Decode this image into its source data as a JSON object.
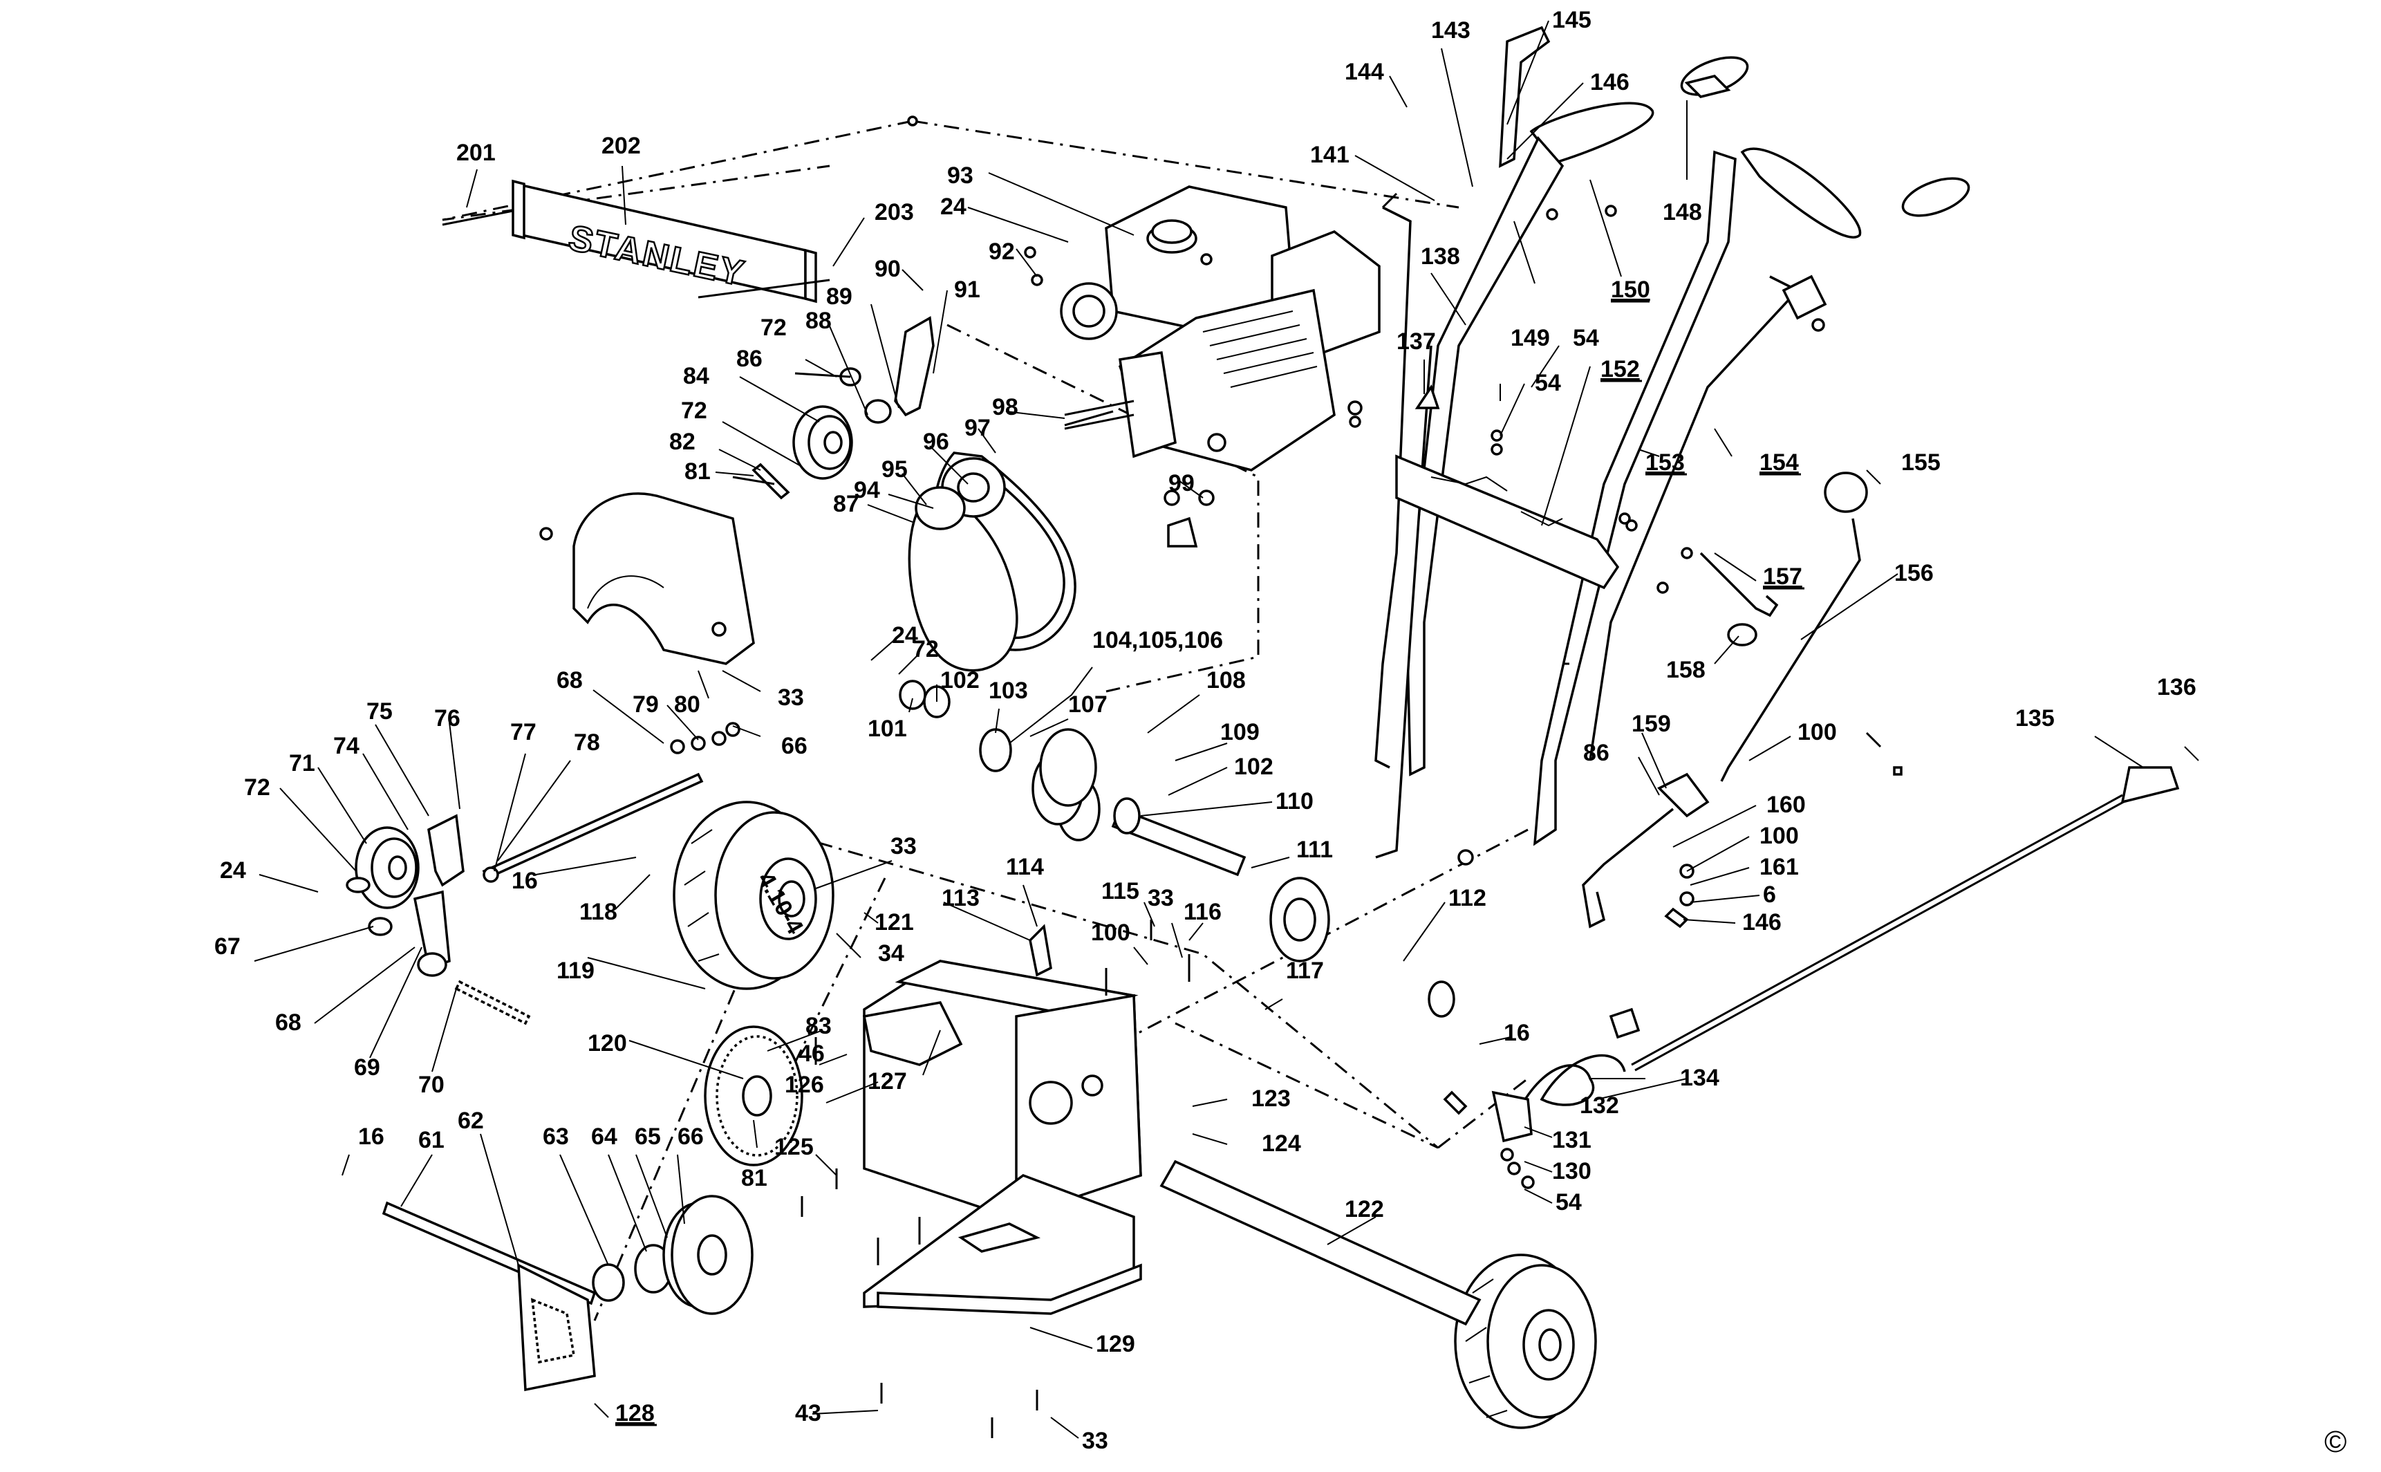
{
  "brand_label": "STANLEY",
  "copyright_mark": "©",
  "wheel_marking": "4.10-4",
  "callouts": [
    {
      "id": "c201",
      "text": "201"
    },
    {
      "id": "c202",
      "text": "202"
    },
    {
      "id": "c203",
      "text": "203"
    },
    {
      "id": "c93",
      "text": "93"
    },
    {
      "id": "c24a",
      "text": "24"
    },
    {
      "id": "c92",
      "text": "92"
    },
    {
      "id": "c90",
      "text": "90"
    },
    {
      "id": "c91",
      "text": "91"
    },
    {
      "id": "c89",
      "text": "89"
    },
    {
      "id": "c72a",
      "text": "72"
    },
    {
      "id": "c88",
      "text": "88"
    },
    {
      "id": "c86a",
      "text": "86"
    },
    {
      "id": "c84",
      "text": "84"
    },
    {
      "id": "c72b",
      "text": "72"
    },
    {
      "id": "c82",
      "text": "82"
    },
    {
      "id": "c81a",
      "text": "81"
    },
    {
      "id": "c98",
      "text": "98"
    },
    {
      "id": "c97",
      "text": "97"
    },
    {
      "id": "c96",
      "text": "96"
    },
    {
      "id": "c95",
      "text": "95"
    },
    {
      "id": "c94",
      "text": "94"
    },
    {
      "id": "c87",
      "text": "87"
    },
    {
      "id": "c99",
      "text": "99"
    },
    {
      "id": "c143",
      "text": "143"
    },
    {
      "id": "c145",
      "text": "145"
    },
    {
      "id": "c144",
      "text": "144"
    },
    {
      "id": "c146a",
      "text": "146"
    },
    {
      "id": "c141",
      "text": "141"
    },
    {
      "id": "c148",
      "text": "148"
    },
    {
      "id": "c150",
      "text": "150"
    },
    {
      "id": "c138",
      "text": "138"
    },
    {
      "id": "c149",
      "text": "149"
    },
    {
      "id": "c54a",
      "text": "54"
    },
    {
      "id": "c137",
      "text": "137"
    },
    {
      "id": "c54b",
      "text": "54"
    },
    {
      "id": "c152",
      "text": "152"
    },
    {
      "id": "c153",
      "text": "153"
    },
    {
      "id": "c154",
      "text": "154"
    },
    {
      "id": "c155",
      "text": "155"
    },
    {
      "id": "c157",
      "text": "157"
    },
    {
      "id": "c156",
      "text": "156"
    },
    {
      "id": "c158",
      "text": "158"
    },
    {
      "id": "c136",
      "text": "136"
    },
    {
      "id": "c135",
      "text": "135"
    },
    {
      "id": "c159",
      "text": "159"
    },
    {
      "id": "c100a",
      "text": "100"
    },
    {
      "id": "c86b",
      "text": "86"
    },
    {
      "id": "c160",
      "text": "160"
    },
    {
      "id": "c100b",
      "text": "100"
    },
    {
      "id": "c161",
      "text": "161"
    },
    {
      "id": "c6",
      "text": "6"
    },
    {
      "id": "c146b",
      "text": "146"
    },
    {
      "id": "c24b",
      "text": "24"
    },
    {
      "id": "c72c",
      "text": "72"
    },
    {
      "id": "c104",
      "text": "104,105,106"
    },
    {
      "id": "c103",
      "text": "103"
    },
    {
      "id": "c102a",
      "text": "102"
    },
    {
      "id": "c101",
      "text": "101"
    },
    {
      "id": "c108",
      "text": "108"
    },
    {
      "id": "c107",
      "text": "107"
    },
    {
      "id": "c109",
      "text": "109"
    },
    {
      "id": "c102b",
      "text": "102"
    },
    {
      "id": "c110",
      "text": "110"
    },
    {
      "id": "c111",
      "text": "111"
    },
    {
      "id": "c112",
      "text": "112"
    },
    {
      "id": "c68a",
      "text": "68"
    },
    {
      "id": "c79",
      "text": "79"
    },
    {
      "id": "c80",
      "text": "80"
    },
    {
      "id": "c33a",
      "text": "33"
    },
    {
      "id": "c66a",
      "text": "66"
    },
    {
      "id": "c75",
      "text": "75"
    },
    {
      "id": "c76",
      "text": "76"
    },
    {
      "id": "c74",
      "text": "74"
    },
    {
      "id": "c71",
      "text": "71"
    },
    {
      "id": "c77",
      "text": "77"
    },
    {
      "id": "c78",
      "text": "78"
    },
    {
      "id": "c72d",
      "text": "72"
    },
    {
      "id": "c24c",
      "text": "24"
    },
    {
      "id": "c16a",
      "text": "16"
    },
    {
      "id": "c67",
      "text": "67"
    },
    {
      "id": "c118",
      "text": "118"
    },
    {
      "id": "c33b",
      "text": "33"
    },
    {
      "id": "c121",
      "text": "121"
    },
    {
      "id": "c34",
      "text": "34"
    },
    {
      "id": "c119",
      "text": "119"
    },
    {
      "id": "c68b",
      "text": "68"
    },
    {
      "id": "c69",
      "text": "69"
    },
    {
      "id": "c70",
      "text": "70"
    },
    {
      "id": "c113",
      "text": "113"
    },
    {
      "id": "c114",
      "text": "114"
    },
    {
      "id": "c115",
      "text": "115"
    },
    {
      "id": "c33c",
      "text": "33"
    },
    {
      "id": "c116",
      "text": "116"
    },
    {
      "id": "c100c",
      "text": "100"
    },
    {
      "id": "c117",
      "text": "117"
    },
    {
      "id": "c16b",
      "text": "16"
    },
    {
      "id": "c120",
      "text": "120"
    },
    {
      "id": "c83",
      "text": "83"
    },
    {
      "id": "c46",
      "text": "46"
    },
    {
      "id": "c126",
      "text": "126"
    },
    {
      "id": "c127",
      "text": "127"
    },
    {
      "id": "c81b",
      "text": "81"
    },
    {
      "id": "c123",
      "text": "123"
    },
    {
      "id": "c124",
      "text": "124"
    },
    {
      "id": "c132",
      "text": "132"
    },
    {
      "id": "c134",
      "text": "134"
    },
    {
      "id": "c131",
      "text": "131"
    },
    {
      "id": "c130",
      "text": "130"
    },
    {
      "id": "c54c",
      "text": "54"
    },
    {
      "id": "c16c",
      "text": "16"
    },
    {
      "id": "c61",
      "text": "61"
    },
    {
      "id": "c62",
      "text": "62"
    },
    {
      "id": "c63",
      "text": "63"
    },
    {
      "id": "c64",
      "text": "64"
    },
    {
      "id": "c65",
      "text": "65"
    },
    {
      "id": "c66b",
      "text": "66"
    },
    {
      "id": "c125",
      "text": "125"
    },
    {
      "id": "c122",
      "text": "122"
    },
    {
      "id": "c129",
      "text": "129"
    },
    {
      "id": "c128",
      "text": "128"
    },
    {
      "id": "c43",
      "text": "43"
    },
    {
      "id": "c33d",
      "text": "33"
    }
  ]
}
